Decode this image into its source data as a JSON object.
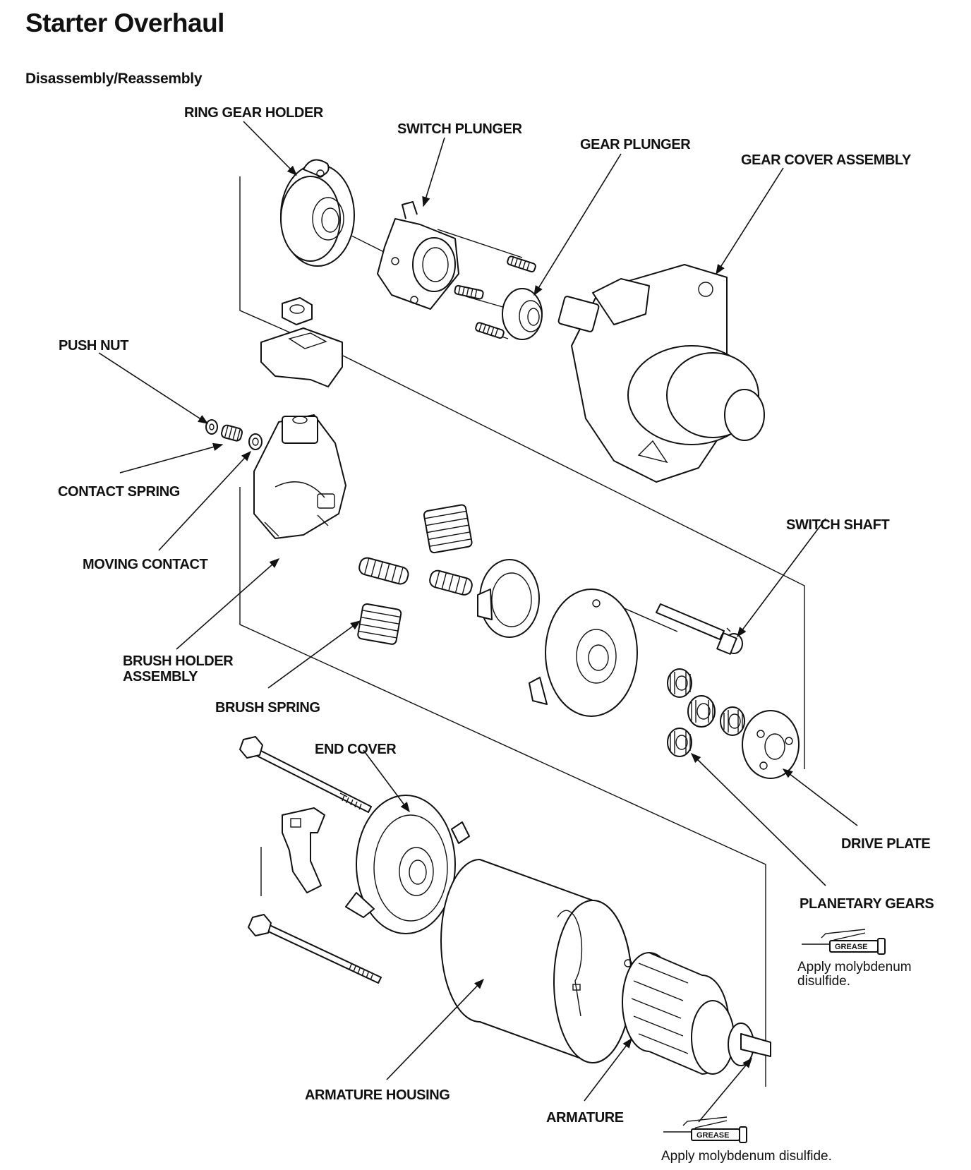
{
  "title": "Starter Overhaul",
  "section": "Disassembly/Reassembly",
  "labels": {
    "ring_gear_holder": "RING GEAR HOLDER",
    "switch_plunger": "SWITCH PLUNGER",
    "gear_plunger": "GEAR PLUNGER",
    "gear_cover_assembly": "GEAR COVER ASSEMBLY",
    "push_nut": "PUSH NUT",
    "contact_spring": "CONTACT SPRING",
    "moving_contact": "MOVING CONTACT",
    "switch_shaft": "SWITCH SHAFT",
    "brush_holder_line1": "BRUSH HOLDER",
    "brush_holder_line2": "ASSEMBLY",
    "brush_spring": "BRUSH SPRING",
    "end_cover": "END COVER",
    "drive_plate": "DRIVE PLATE",
    "planetary_gears": "PLANETARY GEARS",
    "armature_housing": "ARMATURE HOUSING",
    "armature": "ARMATURE"
  },
  "grease_notes": {
    "badge": "GREASE",
    "note1_line1": "Apply molybdenum",
    "note1_line2": "disulfide.",
    "note2": "Apply molybdenum disulfide."
  }
}
